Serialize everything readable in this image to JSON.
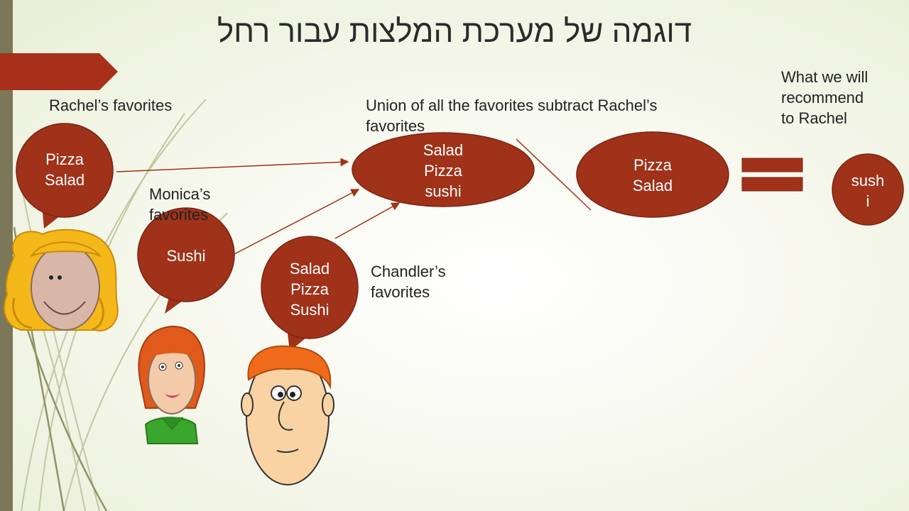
{
  "slide": {
    "title": "דוגמה של מערכת המלצות עבור רחל"
  },
  "labels": {
    "rachel": "Rachel’s favorites",
    "monica": "Monica’s\nfavorites",
    "chandler": "Chandler’s\nfavorites",
    "union": "Union of all the favorites subtract Rachel’s\nfavorites",
    "recommend": "What  we will\nrecommend\nto Rachel"
  },
  "bubbles": {
    "rachel": "Pizza\nSalad",
    "monica": "Sushi",
    "chandler": "Salad\nPizza\nSushi",
    "union": "Salad\nPizza\nsushi",
    "subtract": "Pizza\nSalad",
    "result": "sush\ni"
  },
  "colors": {
    "bubble_fill": "#a0321a",
    "bubble_stroke": "#7a2414",
    "arrow": "#a0321a",
    "sidebar": "#7b7758",
    "accent_tab": "#a8301a"
  }
}
